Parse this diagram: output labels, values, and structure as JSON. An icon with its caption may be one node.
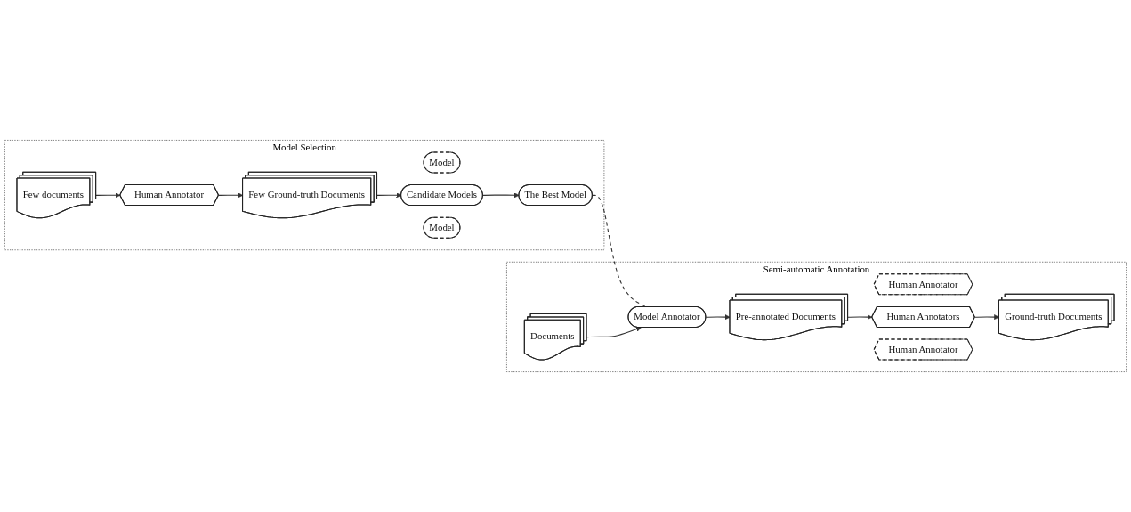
{
  "diagram": {
    "nodes": [
      {
        "text": [
          "Model Selection"
        ]
      },
      {
        "text": [
          "Few documents"
        ],
        "in": 0
      },
      {
        "text": [
          "Human Annotator"
        ],
        "in": 0
      },
      {
        "text": [
          "Few Ground-truth Documents"
        ],
        "in": 0
      },
      {
        "text": [
          "Model"
        ],
        "in": 0
      },
      {
        "text": [
          "Candidate Models"
        ],
        "in": 0
      },
      {
        "text": [
          "Model"
        ],
        "in": 0
      },
      {
        "text": [
          "The Best Model"
        ],
        "in": 0
      },
      {
        "text": [
          "Semi-automatic Annotation"
        ]
      },
      {
        "text": [
          "Documents"
        ],
        "in": 8
      },
      {
        "text": [
          "Model Annotator"
        ],
        "in": 8
      },
      {
        "text": [
          "Pre-annotated Documents"
        ],
        "in": 8
      },
      {
        "text": [
          "Human Annotator"
        ],
        "in": 8
      },
      {
        "text": [
          "Human Annotators"
        ],
        "in": 8
      },
      {
        "text": [
          "Human Annotator"
        ],
        "in": 8
      },
      {
        "text": [
          "Ground-truth Documents"
        ],
        "in": 8
      }
    ],
    "edges": [
      {
        "from": 1,
        "to": 2,
        "arrow": "to"
      },
      {
        "from": 2,
        "to": 3,
        "arrow": "to"
      },
      {
        "from": 3,
        "to": 5,
        "arrow": "to"
      },
      {
        "from": 5,
        "to": 7,
        "arrow": "to"
      },
      {
        "from": 7,
        "to": 10,
        "arrow": "none",
        "style": "dashed"
      },
      {
        "from": 9,
        "to": 10,
        "arrow": "to"
      },
      {
        "from": 10,
        "to": 11,
        "arrow": "to"
      },
      {
        "from": 11,
        "to": 13,
        "arrow": "to"
      },
      {
        "from": 13,
        "to": 15,
        "arrow": "to"
      }
    ]
  }
}
